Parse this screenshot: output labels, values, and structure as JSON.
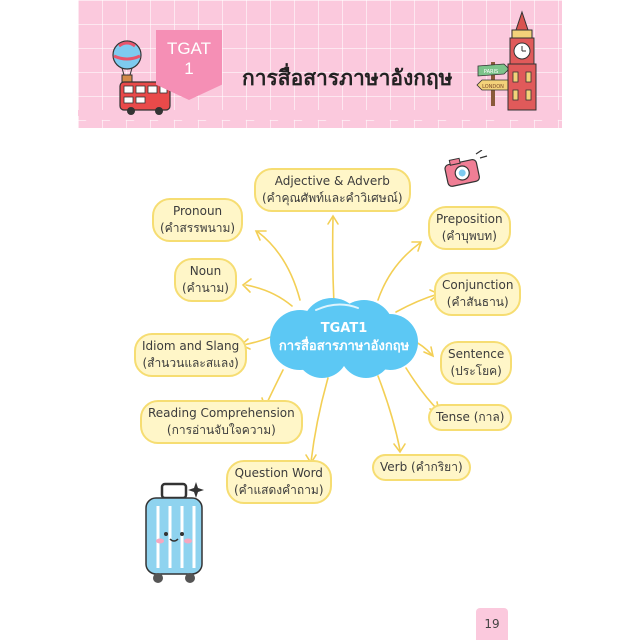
{
  "header": {
    "tag_line1": "TGAT",
    "tag_line2": "1",
    "title": "การสื่อสารภาษาอังกฤษ",
    "sign_top": "PARIS",
    "sign_bottom": "LONDON"
  },
  "center": {
    "line1": "TGAT1",
    "line2": "การสื่อสารภาษาอังกฤษ"
  },
  "nodes": {
    "adjective_en": "Adjective & Adverb",
    "adjective_th": "(คำคุณศัพท์และคำวิเศษณ์)",
    "pronoun_en": "Pronoun",
    "pronoun_th": "(คำสรรพนาม)",
    "noun_en": "Noun",
    "noun_th": "(คำนาม)",
    "idiom_en": "Idiom and Slang",
    "idiom_th": "(สำนวนและสแลง)",
    "reading_en": "Reading Comprehension",
    "reading_th": "(การอ่านจับใจความ)",
    "question_en": "Question Word",
    "question_th": "(คำแสดงคำถาม)",
    "preposition_en": "Preposition",
    "preposition_th": "(คำบุพบท)",
    "conjunction_en": "Conjunction",
    "conjunction_th": "(คำสันธาน)",
    "sentence_en": "Sentence",
    "sentence_th": "(ประโยค)",
    "tense": "Tense (กาล)",
    "verb": "Verb (คำกริยา)"
  },
  "page_number": "19",
  "colors": {
    "header_pink": "#fbc9dd",
    "tag_pink": "#f58fb5",
    "node_fill": "#fff6c8",
    "node_border": "#f6dd72",
    "cloud_blue": "#5cc8f4",
    "branch_yellow": "#f3cf55"
  }
}
